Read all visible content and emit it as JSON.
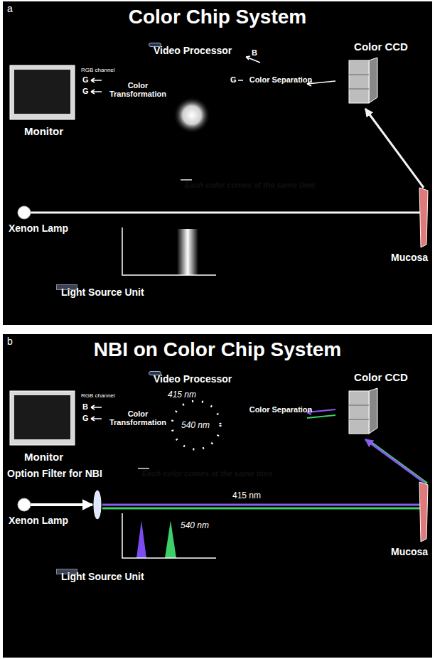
{
  "diagram": {
    "nodes": [
      {
        "text": [
          "a",
          "Color Chip System"
        ]
      },
      {
        "text": [
          "Video Processor"
        ],
        "in": 0
      },
      {
        "text": [
          "Monitor"
        ],
        "in": 0
      },
      {
        "text": [
          "Color CCD"
        ],
        "in": 0
      },
      {
        "text": [
          "Each color comes at the same time"
        ],
        "in": 0
      },
      {
        "text": [
          "Xenon Lamp"
        ],
        "in": 0
      },
      {
        "text": [
          "Mucosa"
        ],
        "in": 0
      },
      {
        "text": [
          "Light Source Unit"
        ],
        "in": 0
      },
      {
        "text": [
          "b",
          "NBI on Color Chip System"
        ]
      },
      {
        "text": [
          "Video Processor"
        ],
        "in": 8
      },
      {
        "text": [
          "Monitor"
        ],
        "in": 8
      },
      {
        "text": [
          "Color CCD"
        ],
        "in": 8
      },
      {
        "text": [
          "Option Filter for NBI"
        ],
        "in": 8
      },
      {
        "text": [
          "Each color comes at the same time"
        ],
        "in": 8
      },
      {
        "text": [
          "Xenon Lamp"
        ],
        "in": 8
      },
      {
        "text": [
          "Mucosa"
        ],
        "in": 8
      },
      {
        "text": [
          "Light Source Unit"
        ],
        "in": 8
      }
    ],
    "edges": [
      {
        "from": 5,
        "to": 6,
        "arrow": "none"
      },
      {
        "from": 6,
        "to": 3,
        "arrow": "to"
      },
      {
        "from": 14,
        "to": 12,
        "arrow": "to"
      },
      {
        "from": 12,
        "to": 15,
        "label": "415 nm",
        "arrow": "none"
      },
      {
        "from": 15,
        "to": 11,
        "arrow": "to"
      }
    ],
    "labels": [
      "RGB channel",
      "G",
      "G",
      "Color Transformation",
      "B",
      "G",
      "Color Separation",
      "415 nm",
      "RGB channel",
      "B",
      "G",
      "Color Transformation",
      "540 nm",
      "Color Separation",
      "540 nm"
    ]
  }
}
